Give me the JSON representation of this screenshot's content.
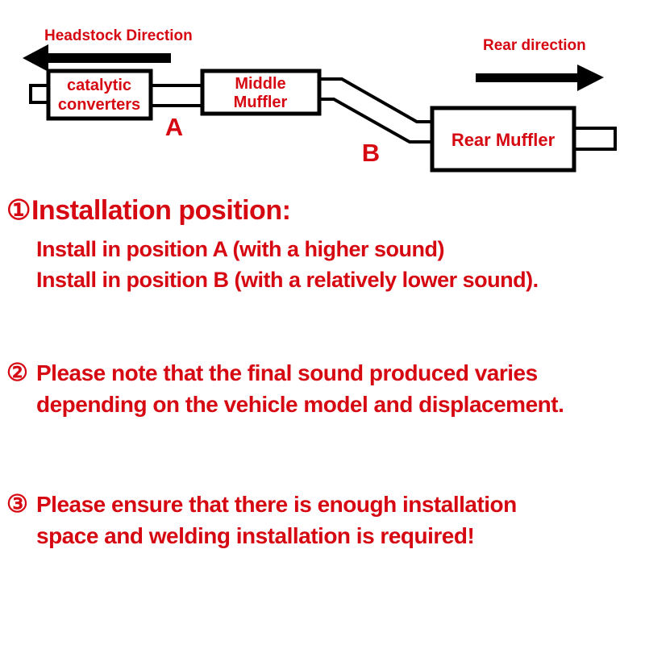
{
  "diagram": {
    "headstock_direction": "Headstock Direction",
    "rear_direction": "Rear direction",
    "catalytic_converters": [
      "catalytic",
      "converters"
    ],
    "middle_muffler": [
      "Middle",
      "Muffler"
    ],
    "rear_muffler": "Rear Muffler",
    "position_a": "A",
    "position_b": "B"
  },
  "notes": [
    {
      "number": "①",
      "title": "Installation position:",
      "lines": [
        "Install in position A (with a higher sound)",
        "Install in position B (with a relatively lower sound)."
      ]
    },
    {
      "number": "②",
      "lines": [
        "Please note that the final sound produced varies",
        "depending on the vehicle model and displacement."
      ]
    },
    {
      "number": "③",
      "lines": [
        "Please ensure that there is enough installation",
        "space and welding installation is required!"
      ]
    }
  ],
  "colors": {
    "red": "#d60812",
    "black": "#000000"
  }
}
